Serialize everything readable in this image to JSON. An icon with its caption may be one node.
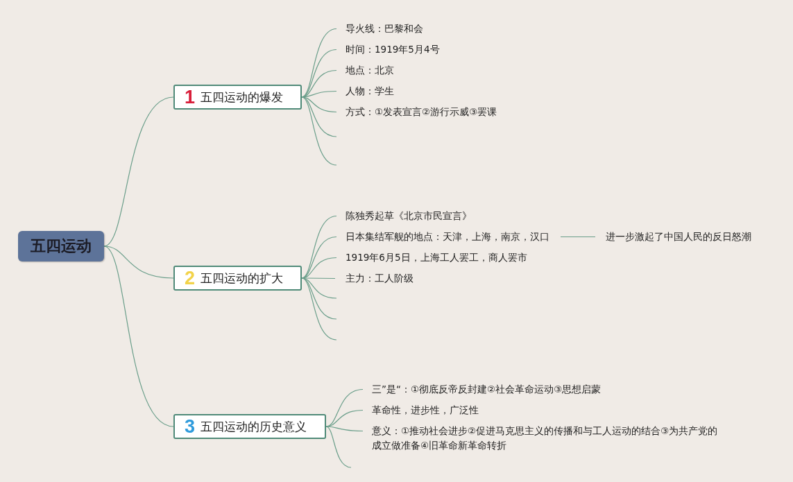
{
  "diagram": {
    "nodes": [
      {
        "text": [
          "五四运动"
        ]
      },
      {
        "text": [
          "1",
          "五四运动的爆发"
        ]
      },
      {
        "text": [
          "导火线：巴黎和会"
        ]
      },
      {
        "text": [
          "时间：1919年5月4号"
        ]
      },
      {
        "text": [
          "地点：北京"
        ]
      },
      {
        "text": [
          "人物：学生"
        ]
      },
      {
        "text": [
          "方式：①发表宣言②游行示威③罢课"
        ]
      },
      {
        "text": [
          "2",
          "五四运动的扩大"
        ]
      },
      {
        "text": [
          "陈独秀起草《北京市民宣言》"
        ]
      },
      {
        "text": [
          "日本集结军舰的地点：天津，上海，南京，汉口"
        ]
      },
      {
        "text": [
          "1919年6月5日，上海工人罢工，商人罢市"
        ]
      },
      {
        "text": [
          "主力：工人阶级"
        ]
      },
      {
        "text": [
          "进一步激起了中国人民的反日怒潮"
        ]
      },
      {
        "text": [
          "3",
          "五四运动的历史意义"
        ]
      },
      {
        "text": [
          "三”是“：①彻底反帝反封建②社会革命运动③思想启蒙"
        ]
      },
      {
        "text": [
          "革命性，进步性，广泛性"
        ]
      },
      {
        "text": [
          "意义：①推动社会进步②促进马克思主义的传播和与工人运动的结合③为共产党的成立做准备④旧革命新革命转折"
        ]
      }
    ],
    "edges": [
      {
        "from": 0,
        "to": 1,
        "arrow": "none"
      },
      {
        "from": 0,
        "to": 7,
        "arrow": "none"
      },
      {
        "from": 0,
        "to": 13,
        "arrow": "none"
      },
      {
        "from": 1,
        "to": 2,
        "arrow": "none"
      },
      {
        "from": 1,
        "to": 3,
        "arrow": "none"
      },
      {
        "from": 1,
        "to": 4,
        "arrow": "none"
      },
      {
        "from": 1,
        "to": 5,
        "arrow": "none"
      },
      {
        "from": 1,
        "to": 6,
        "arrow": "none"
      },
      {
        "from": 1,
        "to": null,
        "arrow": "none"
      },
      {
        "from": 1,
        "to": null,
        "arrow": "none"
      },
      {
        "from": 7,
        "to": 8,
        "arrow": "none"
      },
      {
        "from": 7,
        "to": 9,
        "arrow": "none"
      },
      {
        "from": 7,
        "to": 10,
        "arrow": "none"
      },
      {
        "from": 7,
        "to": 11,
        "arrow": "none"
      },
      {
        "from": 7,
        "to": null,
        "arrow": "none"
      },
      {
        "from": 7,
        "to": null,
        "arrow": "none"
      },
      {
        "from": 7,
        "to": null,
        "arrow": "none"
      },
      {
        "from": 9,
        "to": 12,
        "arrow": "none"
      },
      {
        "from": 13,
        "to": 14,
        "arrow": "none"
      },
      {
        "from": 13,
        "to": 15,
        "arrow": "none"
      },
      {
        "from": 13,
        "to": 16,
        "arrow": "none"
      },
      {
        "from": 13,
        "to": null,
        "arrow": "none"
      }
    ]
  }
}
